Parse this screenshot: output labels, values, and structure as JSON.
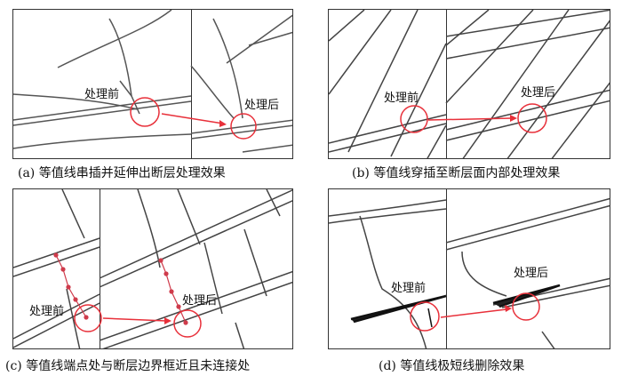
{
  "panels": {
    "a": {
      "caption": "(a) 等值线串插并延伸出断层处理效果",
      "before_label": "处理前",
      "after_label": "处理后"
    },
    "b": {
      "caption": "(b) 等值线穿插至断层面内部处理效果",
      "before_label": "处理前",
      "after_label": "处理后"
    },
    "c": {
      "caption": "(c) 等值线端点处与断层边界框近且未连接处",
      "before_label": "处理前",
      "after_label": "处理后"
    },
    "d": {
      "caption": "(d) 等值线极短线删除效果",
      "before_label": "处理前",
      "after_label": "处理后"
    }
  },
  "colors": {
    "highlight": "#e8303a",
    "line": "#333333"
  }
}
